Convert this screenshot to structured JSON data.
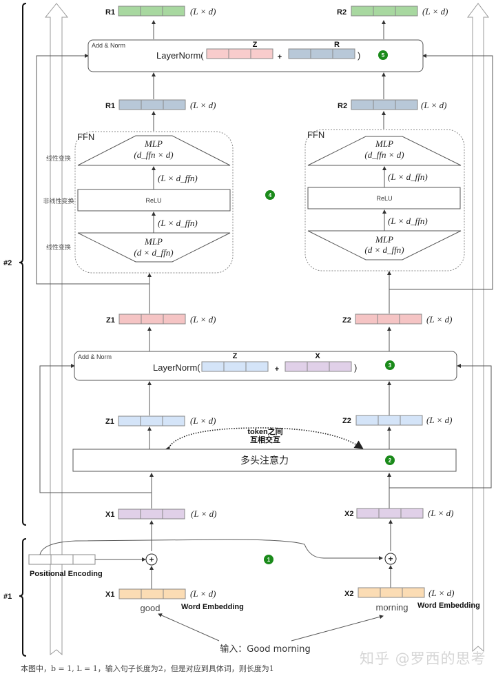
{
  "brackets": {
    "block2": "#2",
    "block1": "#1"
  },
  "layer5": {
    "outputs": [
      {
        "name": "R1",
        "dim": "(L × d)",
        "color": "#a8d8a0"
      },
      {
        "name": "R2",
        "dim": "(L × d)",
        "color": "#a8d8a0"
      }
    ],
    "box_title": "Add & Norm",
    "formula_prefix": "LayerNorm(",
    "operand1_label": "Z",
    "operand2_label": "R",
    "plus": "+",
    "formula_suffix": ")",
    "badge": "5"
  },
  "ffn": {
    "inputs": [
      {
        "name": "R1",
        "dim": "(L × d)",
        "color": "#b8c8d8"
      },
      {
        "name": "R2",
        "dim": "(L × d)",
        "color": "#b8c8d8"
      }
    ],
    "title": "FFN",
    "mlp_top": {
      "name": "MLP",
      "shape": "(d_ffn × d)"
    },
    "relu": "ReLU",
    "mlp_bottom": {
      "name": "MLP",
      "shape": "(d × d_ffn)"
    },
    "inner_dim": "(L × d_ffn)",
    "side_labels": [
      "线性变换",
      "非线性变换",
      "线性变换"
    ],
    "badge": "4"
  },
  "layer3": {
    "outputs": [
      {
        "name": "Z1",
        "dim": "(L × d)",
        "color": "#f5c4c4"
      },
      {
        "name": "Z2",
        "dim": "(L × d)",
        "color": "#f5c4c4"
      }
    ],
    "box_title": "Add & Norm",
    "formula_prefix": "LayerNorm(",
    "operand1_label": "Z",
    "operand2_label": "X",
    "plus": "+",
    "formula_suffix": ")",
    "badge": "3"
  },
  "attention": {
    "outputs": [
      {
        "name": "Z1",
        "dim": "(L × d)",
        "color": "#d4e4f8"
      },
      {
        "name": "Z2",
        "dim": "(L × d)",
        "color": "#d4e4f8"
      }
    ],
    "interaction_label_line1": "token之间",
    "interaction_label_line2": "互相交互",
    "title": "多头注意力",
    "badge": "2",
    "inputs": [
      {
        "name": "X1",
        "dim": "(L × d)",
        "color": "#e0d0e8"
      },
      {
        "name": "X2",
        "dim": "(L × d)",
        "color": "#e0d0e8"
      }
    ]
  },
  "embedding": {
    "positional_encoding_label": "Positional Encoding",
    "badge": "1",
    "plus_symbol": "+",
    "words": [
      {
        "name": "X1",
        "dim": "(L × d)",
        "word": "good",
        "label": "Word Embedding",
        "color": "#fbdcb4"
      },
      {
        "name": "X2",
        "dim": "(L × d)",
        "word": "morning",
        "label": "Word Embedding",
        "color": "#fbdcb4"
      }
    ],
    "input_text": "输入：Good morning"
  },
  "caption": "本图中，b = 1, L = 1，输入句子长度为2，但是对应到具体词，则长度为1",
  "watermark": "知乎 @罗西的思考",
  "colors": {
    "badge_green": "#1a8a1a",
    "line": "#555555"
  }
}
